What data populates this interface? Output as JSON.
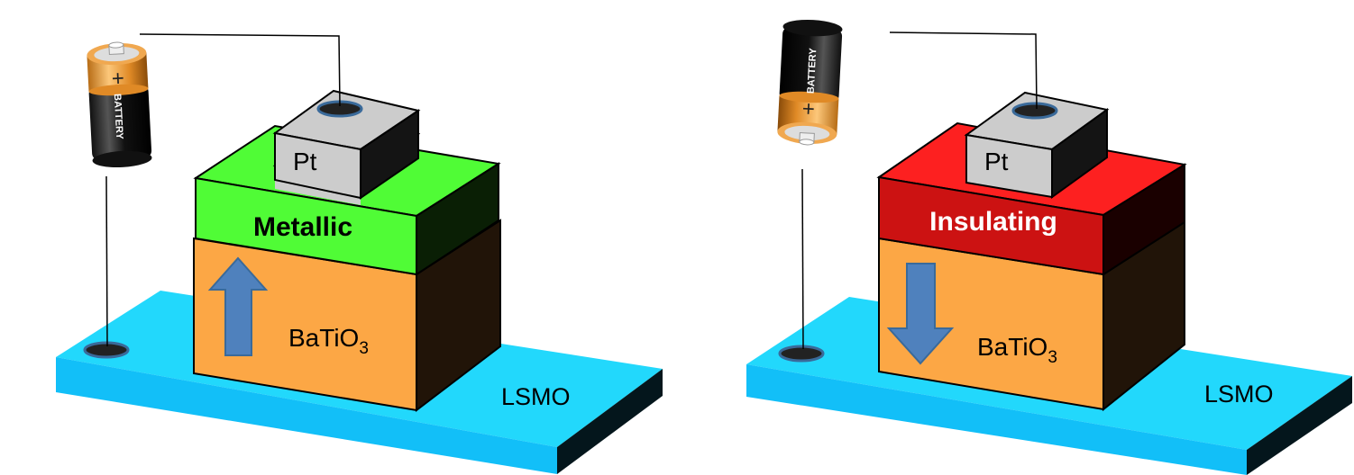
{
  "colors": {
    "lsmo_top": "#22d8fc",
    "lsmo_front": "#12bff8",
    "lsmo_side": "#04161c",
    "batio3_front": "#fca745",
    "batio3_side": "#211408",
    "metallic_top": "#50fc36",
    "metallic_side": "#0a1f05",
    "insulating_top": "#fd2020",
    "insulating_front": "#cc1212",
    "insulating_side": "#1a0000",
    "pt_front": "#cccccc",
    "pt_side": "#141414",
    "arrow": "#4f81bd",
    "hole_ring": "#3a6a9a"
  },
  "left_device": {
    "state_label": "Metallic",
    "electrode_label": "Pt",
    "ferroelectric_label": "BaTiO",
    "ferroelectric_subscript": "3",
    "substrate_label": "LSMO",
    "battery_text": "BATTERY",
    "battery_plus": "+",
    "polarization": "up"
  },
  "right_device": {
    "state_label": "Insulating",
    "electrode_label": "Pt",
    "ferroelectric_label": "BaTiO",
    "ferroelectric_subscript": "3",
    "substrate_label": "LSMO",
    "battery_text": "BATTERY",
    "battery_plus": "+",
    "polarization": "down"
  }
}
